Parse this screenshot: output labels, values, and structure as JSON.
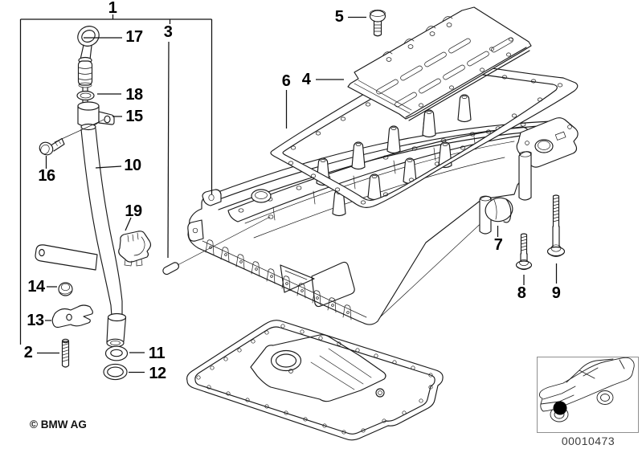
{
  "callouts": [
    {
      "label": "1"
    },
    {
      "label": "2"
    },
    {
      "label": "3"
    },
    {
      "label": "4"
    },
    {
      "label": "5"
    },
    {
      "label": "6"
    },
    {
      "label": "7"
    },
    {
      "label": "8"
    },
    {
      "label": "9"
    },
    {
      "label": "10"
    },
    {
      "label": "11"
    },
    {
      "label": "12"
    },
    {
      "label": "13"
    },
    {
      "label": "14"
    },
    {
      "label": "15"
    },
    {
      "label": "16"
    },
    {
      "label": "17"
    },
    {
      "label": "18"
    },
    {
      "label": "19"
    }
  ],
  "footer": {
    "copyright_label": "© BMW AG"
  },
  "locator": {
    "image_number": "00010473",
    "icon": "bmw-sedan-three-quarter-icon",
    "marker_icon": "engine-location-dot"
  },
  "colors": {
    "background": "#ffffff",
    "line_art": "#1a1a1a",
    "label_text": "#000000",
    "locator_frame": "#8f8f8f",
    "location_marker": "#000000"
  }
}
